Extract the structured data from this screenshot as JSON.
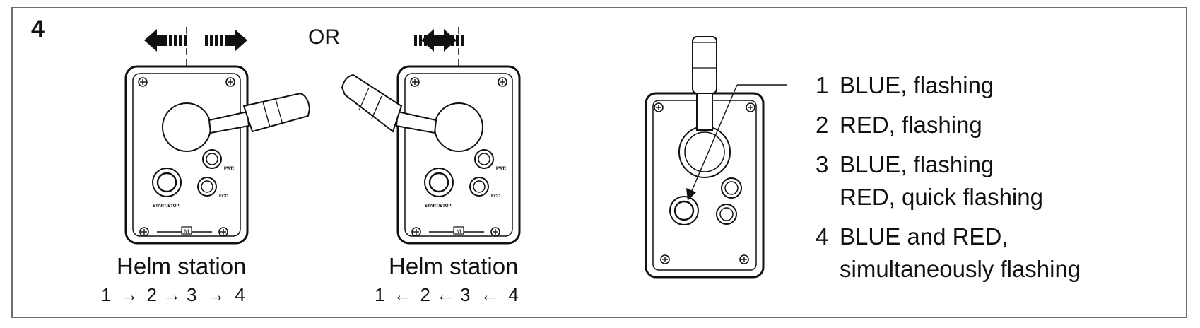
{
  "step_number": "4",
  "or_label": "OR",
  "left_panel": {
    "caption": "Helm station",
    "sequence": [
      "1",
      "2",
      "3",
      "4"
    ],
    "sequence_arrow": "→",
    "lever_direction": "right",
    "button_labels": {
      "start_stop": "START/STOP",
      "pwr": "PWR",
      "eco": "ECO"
    }
  },
  "right_panel": {
    "caption": "Helm station",
    "sequence": [
      "1",
      "2",
      "3",
      "4"
    ],
    "sequence_arrow": "←",
    "lever_direction": "left",
    "button_labels": {
      "start_stop": "START/STOP",
      "pwr": "PWR",
      "eco": "ECO"
    }
  },
  "led_states": [
    {
      "num": "1",
      "lines": [
        "BLUE, flashing"
      ]
    },
    {
      "num": "2",
      "lines": [
        "RED, flashing"
      ]
    },
    {
      "num": "3",
      "lines": [
        "BLUE, flashing",
        "RED, quick flashing"
      ]
    },
    {
      "num": "4",
      "lines": [
        "BLUE and RED,",
        "simultaneously flashing"
      ]
    }
  ],
  "icons": [
    "double-arrow-right-icon",
    "double-arrow-left-icon",
    "screw-icon",
    "leader-arrow-icon"
  ]
}
